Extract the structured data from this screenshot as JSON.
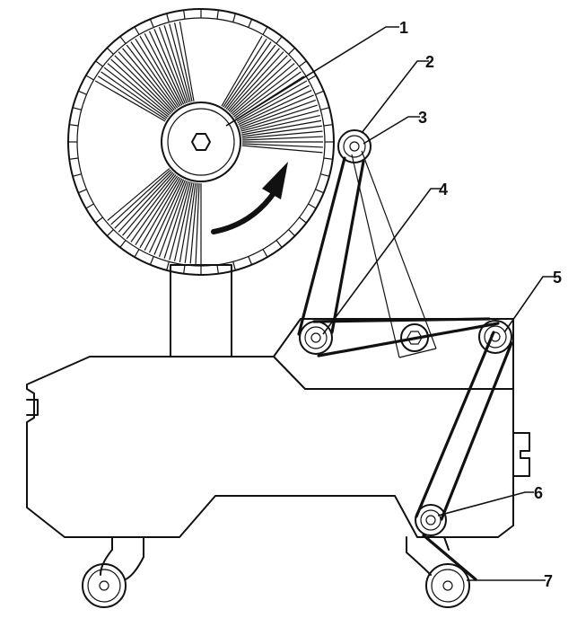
{
  "labels": {
    "callout_1": "1",
    "callout_2": "2",
    "callout_3": "3",
    "callout_4": "4",
    "callout_5": "5",
    "callout_6": "6",
    "callout_7": "7"
  },
  "icons": {
    "rotation_arrow": "curved-arrow-icon"
  },
  "colors": {
    "line": "#111111",
    "background": "#ffffff"
  }
}
